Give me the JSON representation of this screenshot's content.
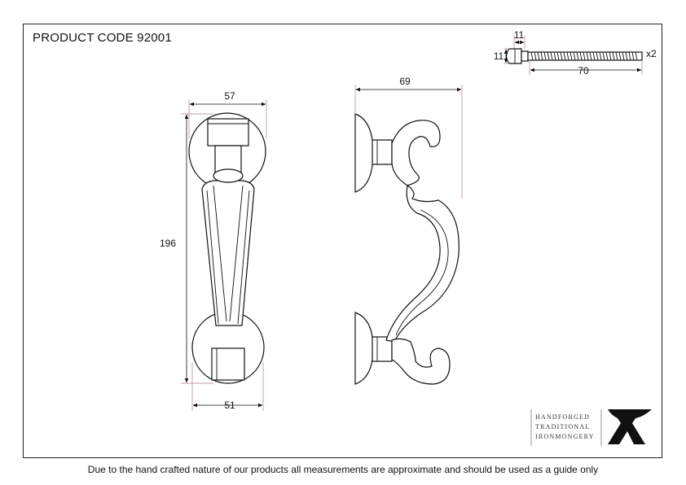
{
  "title": "PRODUCT CODE 92001",
  "dimensions": {
    "front_top_width": "57",
    "front_height": "196",
    "front_bottom_width": "51",
    "side_depth": "69",
    "screw_head_width": "11",
    "screw_head_height": "11",
    "screw_length": "70",
    "screw_quantity": "x2"
  },
  "brand": {
    "line1": "HANDFORGED",
    "line2": "TRADITIONAL",
    "line3": "IRONMONGERY"
  },
  "footer": "Due to the hand crafted nature of our products all measurements are approximate and should be used as a guide only"
}
